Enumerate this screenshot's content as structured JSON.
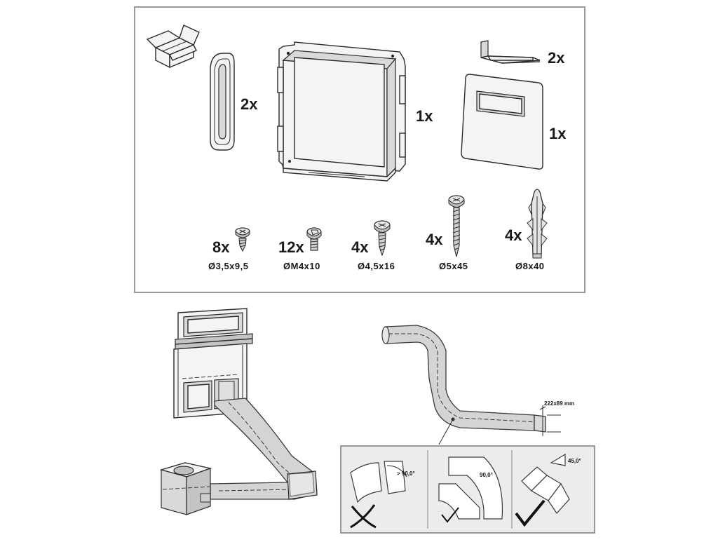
{
  "parts_box": {
    "items": [
      {
        "id": "duct-grip",
        "qty": "2x"
      },
      {
        "id": "mounting-frame",
        "qty": "1x"
      },
      {
        "id": "bracket",
        "qty": "2x"
      },
      {
        "id": "cover-plate",
        "qty": "1x"
      }
    ],
    "fasteners": [
      {
        "id": "screw-1",
        "qty": "8x",
        "size": "Ø3,5x9,5"
      },
      {
        "id": "screw-2",
        "qty": "12x",
        "size": "ØM4x10"
      },
      {
        "id": "screw-3",
        "qty": "4x",
        "size": "Ø4,5x16"
      },
      {
        "id": "screw-4",
        "qty": "4x",
        "size": "Ø5x45"
      },
      {
        "id": "wall-plug",
        "qty": "4x",
        "size": "Ø8x40"
      }
    ]
  },
  "duct_diagram": {
    "dimension_label": "222x89 mm",
    "angle_checks": [
      {
        "id": "too-sharp",
        "angle": "> 90,0°",
        "verdict": "wrong"
      },
      {
        "id": "right-angle",
        "angle": "90,0°",
        "verdict": "acceptable"
      },
      {
        "id": "gentle",
        "angle": "45,0°",
        "verdict": "recommended"
      }
    ]
  }
}
